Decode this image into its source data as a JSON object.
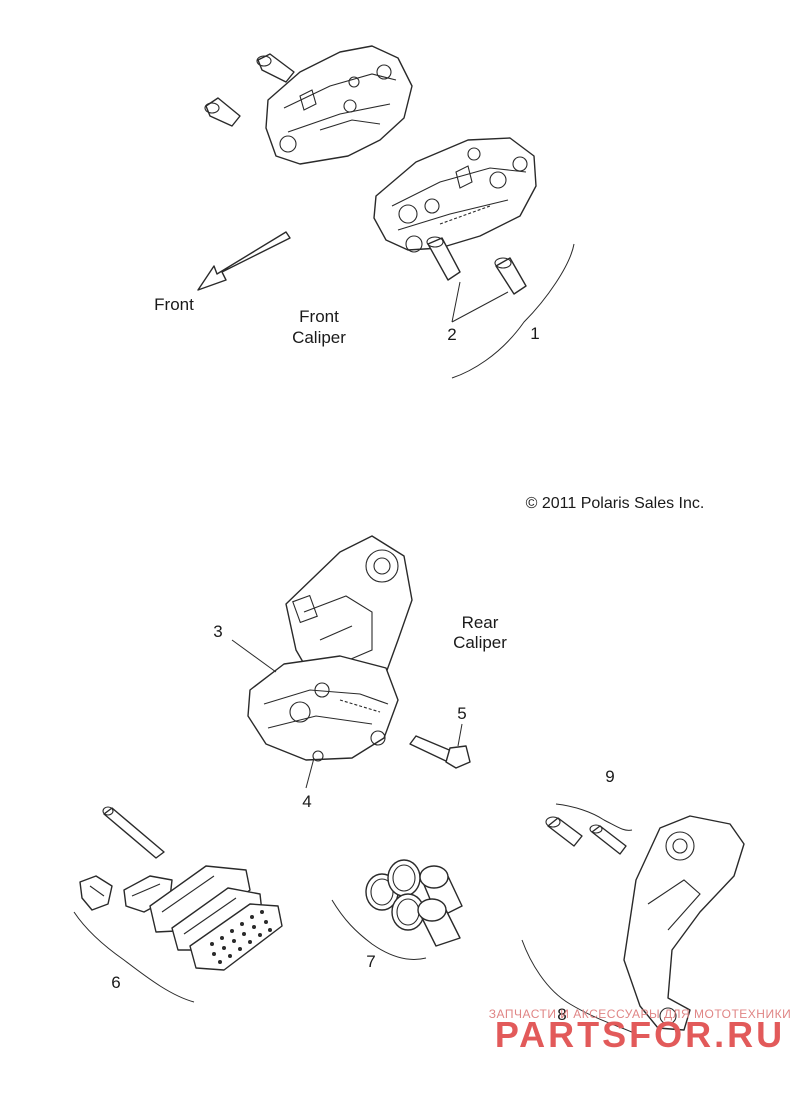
{
  "callouts": [
    "1",
    "2",
    "3",
    "4",
    "5",
    "6",
    "7",
    "8",
    "9"
  ],
  "captions": {
    "front": "Front",
    "front_caliper_line1": "Front",
    "front_caliper_line2": "Caliper",
    "rear_caliper_line1": "Rear",
    "rear_caliper_line2": "Caliper"
  },
  "copyright": "© 2011 Polaris Sales Inc.",
  "watermark": {
    "tagline": "ЗАПЧАСТИ И АКСЕССУАРЫ ДЛЯ МОТОТЕХНИКИ",
    "brand": "PARTSFOR.RU",
    "color": "#e25a5a"
  }
}
